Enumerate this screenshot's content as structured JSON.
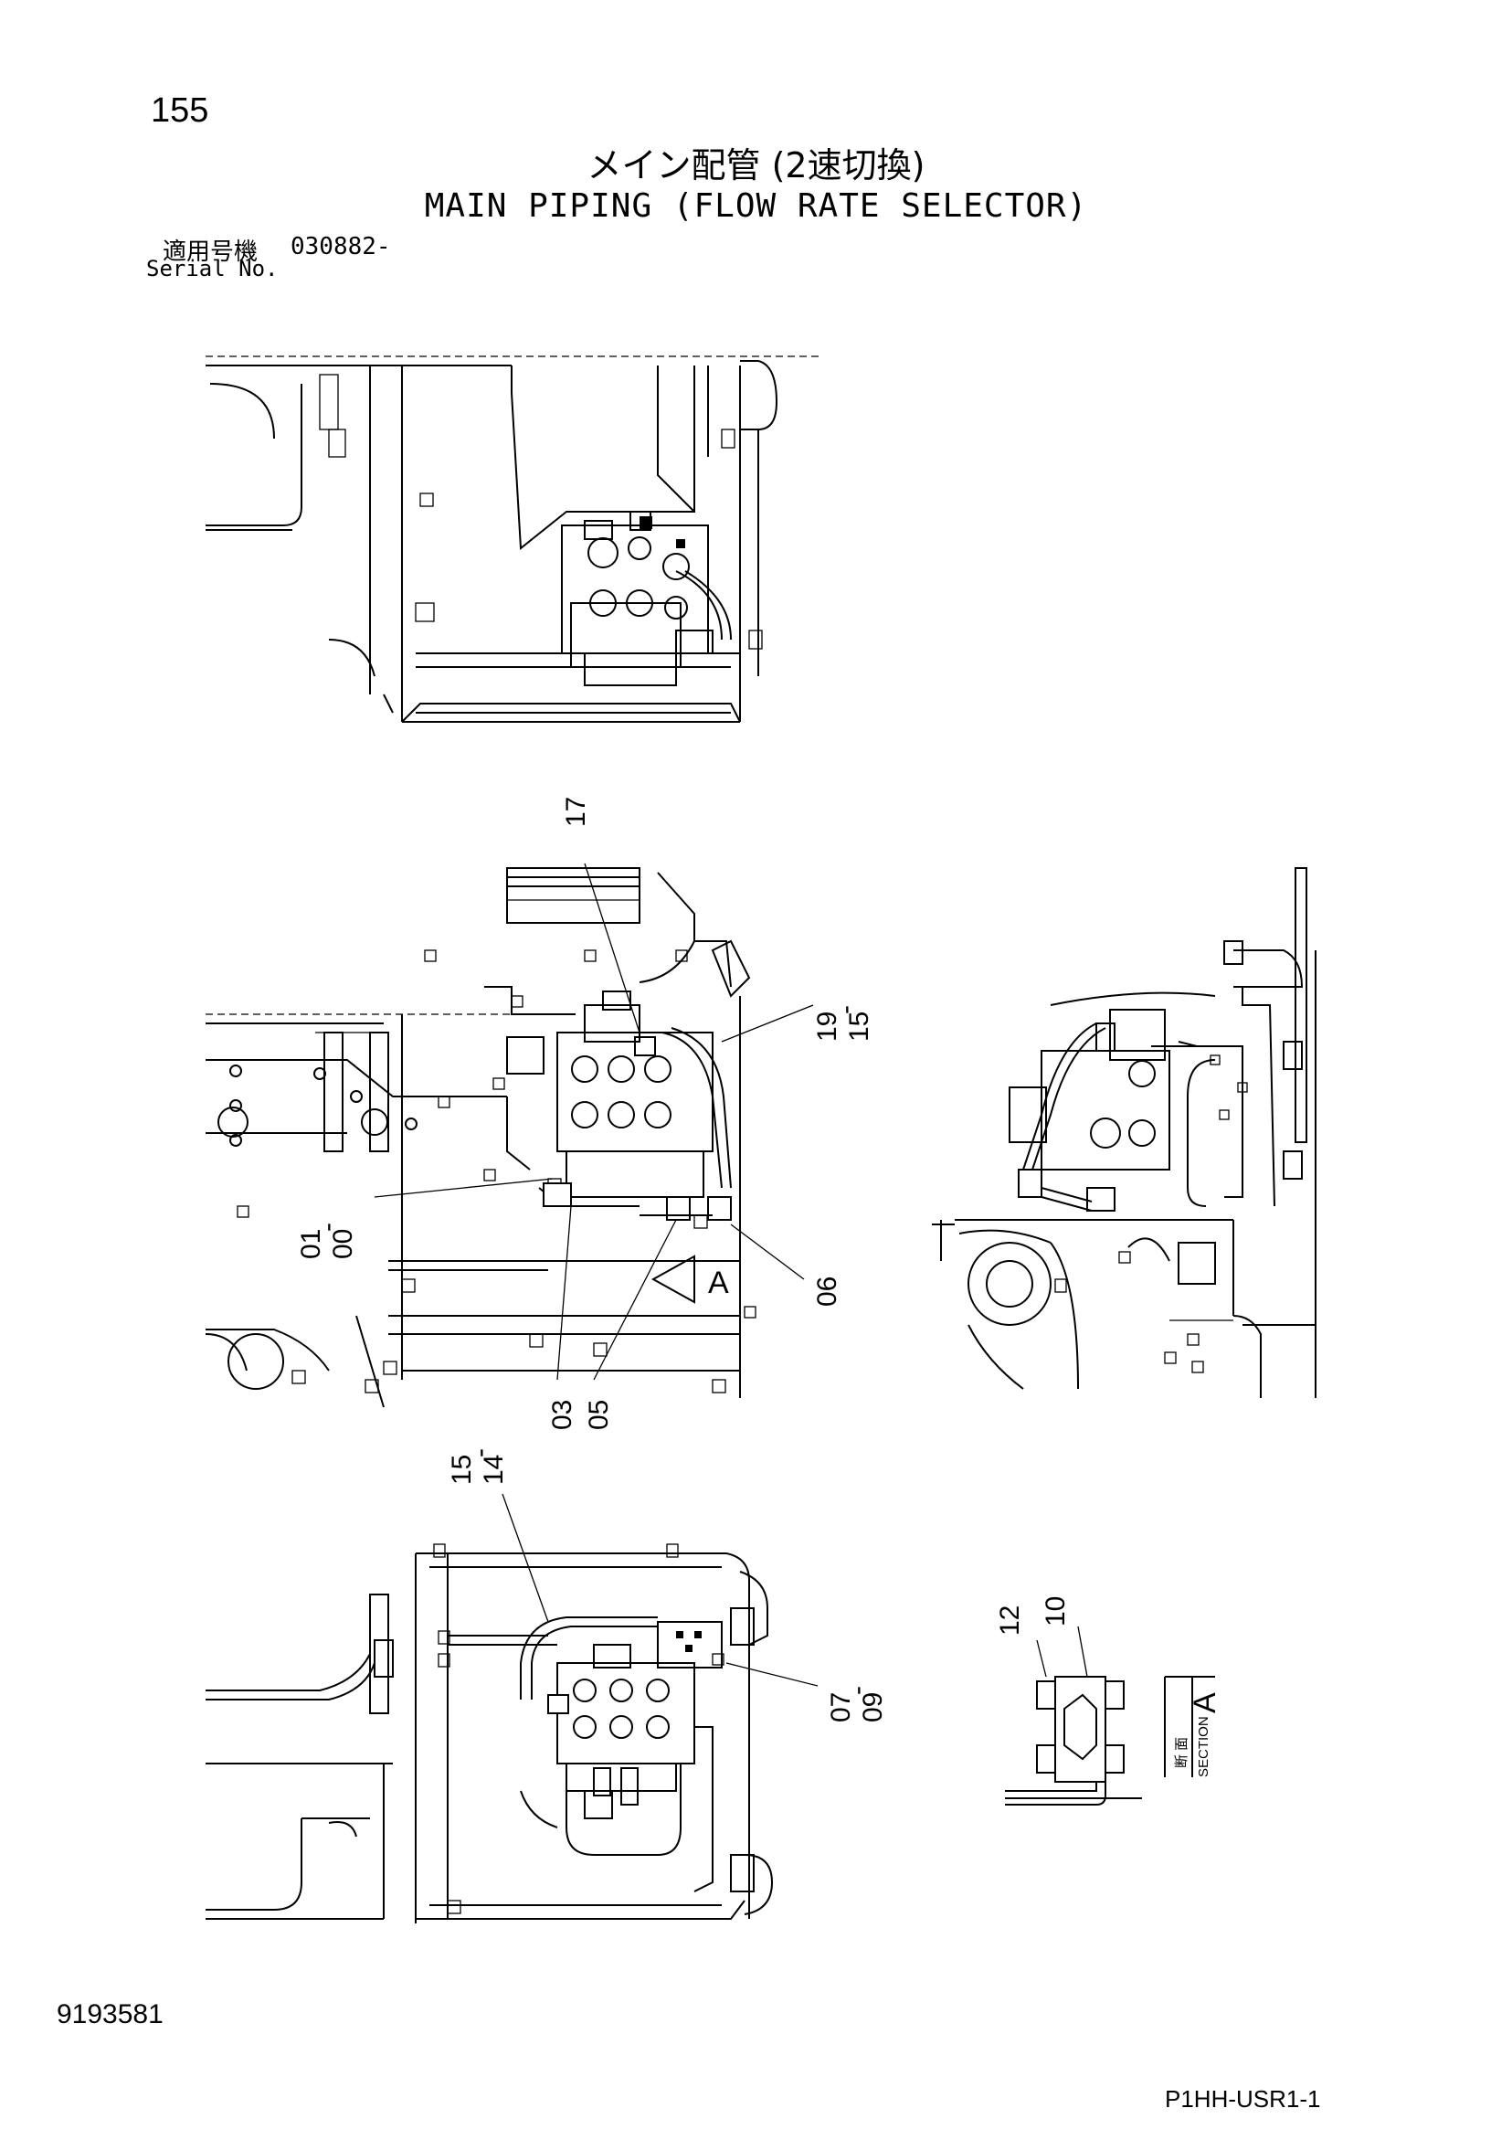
{
  "header": {
    "page_number": "155",
    "title_jp": "メイン配管 (2速切換)",
    "title_en": "MAIN PIPING (FLOW RATE SELECTOR)",
    "serial_label_jp": "適用号機",
    "serial_value": "030882-",
    "serial_label_en": "Serial No."
  },
  "callouts": {
    "c17": "17",
    "c19_15": "19\n-\n15",
    "c19": "19",
    "c15a": "15",
    "c01": "01",
    "c00": "00",
    "c03": "03",
    "c05": "05",
    "c06": "06",
    "cA_arrow": "A",
    "c15b": "15",
    "c14": "14",
    "c07": "07",
    "c09": "09",
    "c12": "12",
    "c10": "10",
    "section_jp": "断 面",
    "section_en": "SECTION",
    "section_letter": "A"
  },
  "footer": {
    "doc_number": "9193581",
    "ref_code": "P1HH-USR1-1"
  }
}
